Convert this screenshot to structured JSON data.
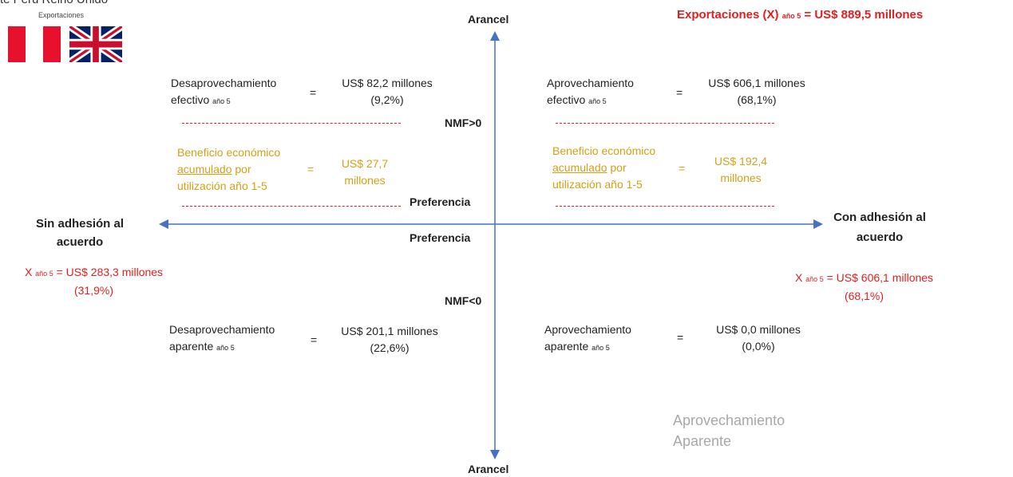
{
  "header": {
    "title": "te Perú Reino Unido",
    "flags_caption": "Exportaciones"
  },
  "exports_total": {
    "label": "Exportaciones (X)",
    "sub": "año 5",
    "value": "= US$ 889,5 millones"
  },
  "axes": {
    "top": "Arancel",
    "bottom": "Arancel",
    "left_line1": "Sin adhesión al",
    "left_line2": "acuerdo",
    "right_line1": "Con adhesión al",
    "right_line2": "acuerdo",
    "nmf_pos": "NMF>0",
    "nmf_neg": "NMF<0",
    "pref_upper": "Preferencia",
    "pref_lower": "Preferencia"
  },
  "left_side_total": {
    "x": "X",
    "sub": "año 5",
    "value": "= US$ 283,3 millones",
    "pct": "(31,9%)"
  },
  "right_side_total": {
    "x": "X",
    "sub": "año 5",
    "value": "= US$ 606,1 millones",
    "pct": "(68,1%)"
  },
  "quadrants": {
    "top_left": {
      "line1": "Desaprovechamiento",
      "line2": "efectivo",
      "sub": "año 5",
      "eq": "=",
      "value": "US$ 82,2 millones",
      "pct": "(9,2%)"
    },
    "top_right": {
      "line1": "Aprovechamiento",
      "line2": "efectivo",
      "sub": "año 5",
      "eq": "=",
      "value": "US$ 606,1 millones",
      "pct": "(68,1%)"
    },
    "bottom_left": {
      "line1": "Desaprovechamiento",
      "line2": "aparente",
      "sub": "año 5",
      "eq": "=",
      "value": "US$ 201,1 millones",
      "pct": "(22,6%)"
    },
    "bottom_right": {
      "line1": "Aprovechamiento",
      "line2": "aparente",
      "sub": "año 5",
      "eq": "=",
      "value": "US$ 0,0 millones",
      "pct": "(0,0%)"
    }
  },
  "benefits": {
    "left": {
      "line1": "Beneficio económico",
      "acum": "acumulado",
      "por": " por",
      "line3": "utilización año 1-5",
      "eq": "=",
      "value1": "US$ 27,7",
      "value2": "millones"
    },
    "right": {
      "line1": "Beneficio económico",
      "acum": "acumulado",
      "por": " por",
      "line3": "utilización año 1-5",
      "eq": "=",
      "value1": "US$ 192,4",
      "value2": "millones"
    }
  },
  "watermark": {
    "line1": "Aprovechamiento",
    "line2": "Aparente"
  },
  "colors": {
    "red": "#e02020",
    "gold": "#d4a017",
    "axis_blue": "#4472c4",
    "grey": "#a8a8a8"
  }
}
